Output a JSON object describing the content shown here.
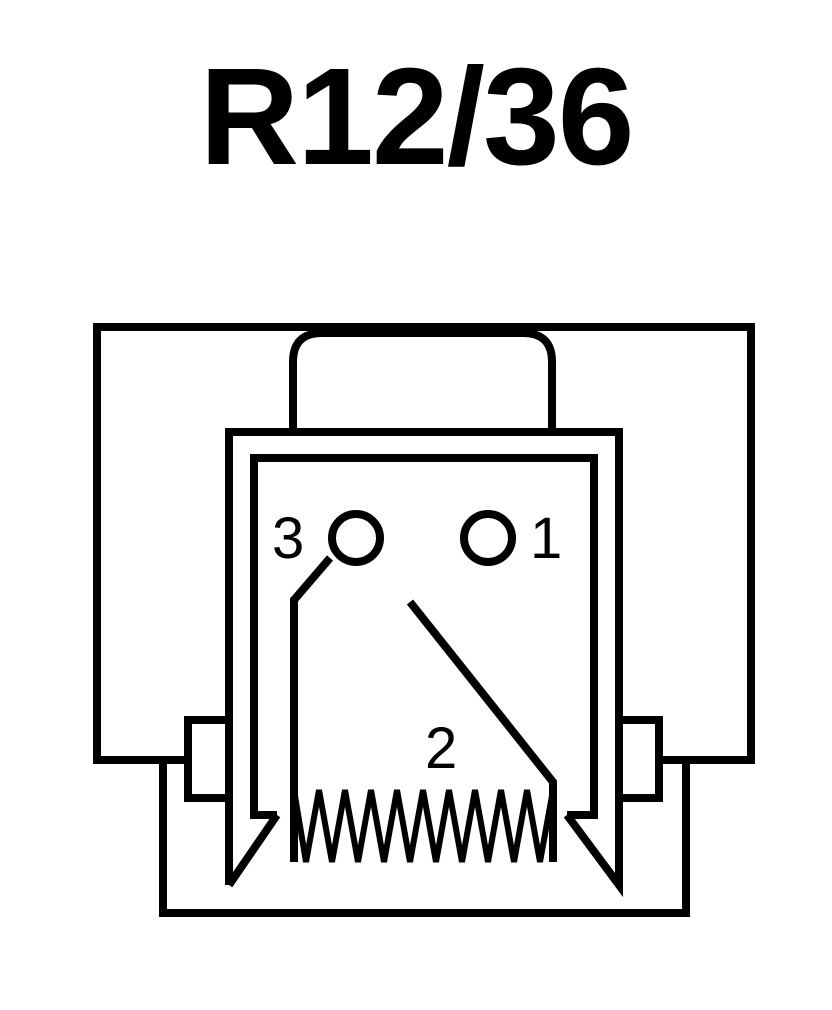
{
  "title": "R12/36",
  "pins": {
    "pin1": "1",
    "pin2": "2",
    "pin3": "3"
  },
  "colors": {
    "line": "#000000",
    "background": "#ffffff"
  }
}
